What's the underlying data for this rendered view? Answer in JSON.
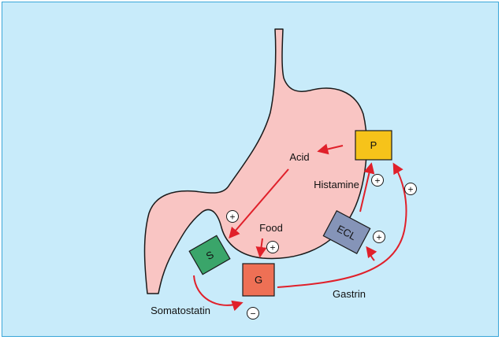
{
  "colors": {
    "background": "#c8ebfa",
    "border": "#3aa6d8",
    "stomach_fill": "#f9c5c3",
    "arrow": "#e0202a",
    "p_cell": "#f6c31a",
    "ecl_cell": "#8594b8",
    "s_cell": "#3aa56a",
    "g_cell": "#ee7055"
  },
  "cells": {
    "p": "P",
    "ecl": "ECL",
    "s": "S",
    "g": "G"
  },
  "labels": {
    "acid": "Acid",
    "histamine": "Histamine",
    "food": "Food",
    "gastrin": "Gastrin",
    "somatostatin": "Somatostatin"
  },
  "signs": {
    "plus": "+",
    "minus": "−"
  }
}
